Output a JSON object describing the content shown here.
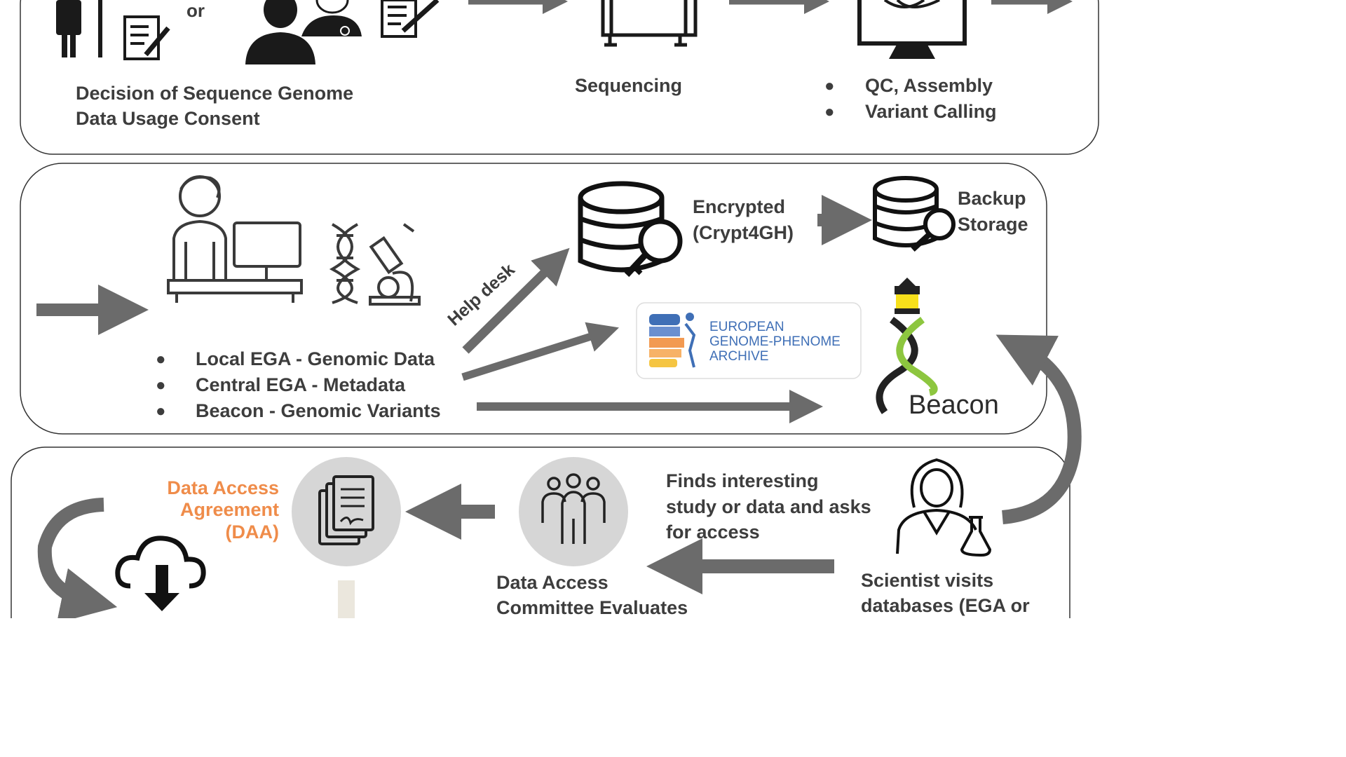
{
  "colors": {
    "text": "#3d3d3d",
    "arrow": "#6b6b6b",
    "daa_orange": "#ef8c4a",
    "panel_border": "#333333",
    "ega_blue": "#3f6fb6",
    "ega_orange": "#f29a52",
    "ega_yellow": "#f5c542",
    "beacon_green": "#8dc63f",
    "beacon_yellow": "#f7e01b"
  },
  "top_panel": {
    "or_label": "or",
    "consent_line1": "Decision of Sequence Genome",
    "consent_line2": "Data Usage Consent",
    "sequencing_label": "Sequencing",
    "analysis_items": [
      "QC, Assembly",
      "Variant Calling"
    ]
  },
  "middle_panel": {
    "help_desk_label": "Help desk",
    "encrypted_line1": "Encrypted",
    "encrypted_line2": "(Crypt4GH)",
    "backup_line1": "Backup",
    "backup_line2": "Storage",
    "ega_logo_lines": [
      "EUROPEAN",
      "GENOME-PHENOME",
      "ARCHIVE"
    ],
    "beacon_label": "Beacon",
    "data_items": [
      "Local EGA - Genomic Data",
      "Central EGA - Metadata",
      "Beacon - Genomic Variants"
    ]
  },
  "bottom_panel": {
    "daa_lines": [
      "Data Access",
      "Agreement",
      "(DAA)"
    ],
    "finds_lines": [
      "Finds interesting",
      "study or data and asks",
      "for access"
    ],
    "committee_lines": [
      "Data Access",
      "Committee Evaluates"
    ],
    "scientist_lines": [
      "Scientist visits",
      "databases (EGA or"
    ]
  }
}
